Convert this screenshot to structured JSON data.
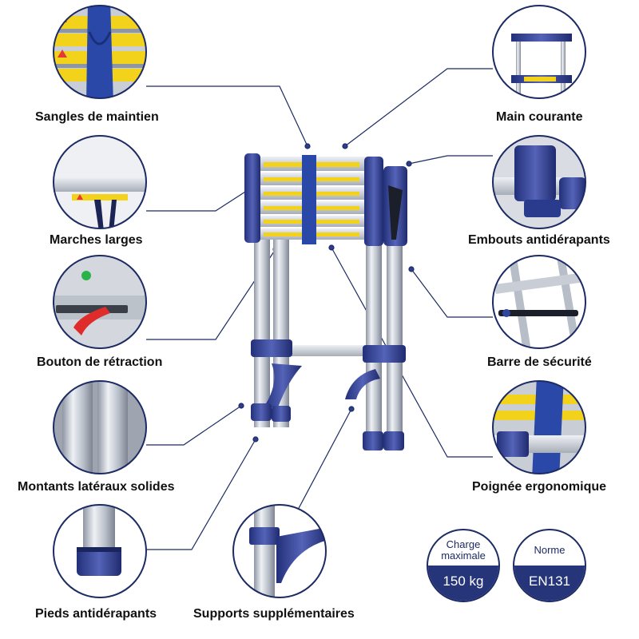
{
  "features": {
    "straps": "Sangles de maintien",
    "wide_steps": "Marches larges",
    "retraction_button": "Bouton de rétraction",
    "side_rails": "Montants latéraux solides",
    "feet": "Pieds antidérapants",
    "extra_supports": "Supports supplémentaires",
    "handrail": "Main courante",
    "end_caps": "Embouts antidérapants",
    "safety_bar": "Barre de sécurité",
    "handle": "Poignée ergonomique"
  },
  "badges": {
    "load_title_line1": "Charge",
    "load_title_line2": "maximale",
    "load_value": "150 kg",
    "norm_title": "Norme",
    "norm_value": "EN131"
  },
  "colors": {
    "accent_blue": "#2f3d8f",
    "badge_navy": "#26357a",
    "aluminium": "#c9ced6",
    "label_yellow": "#f2d21a"
  }
}
